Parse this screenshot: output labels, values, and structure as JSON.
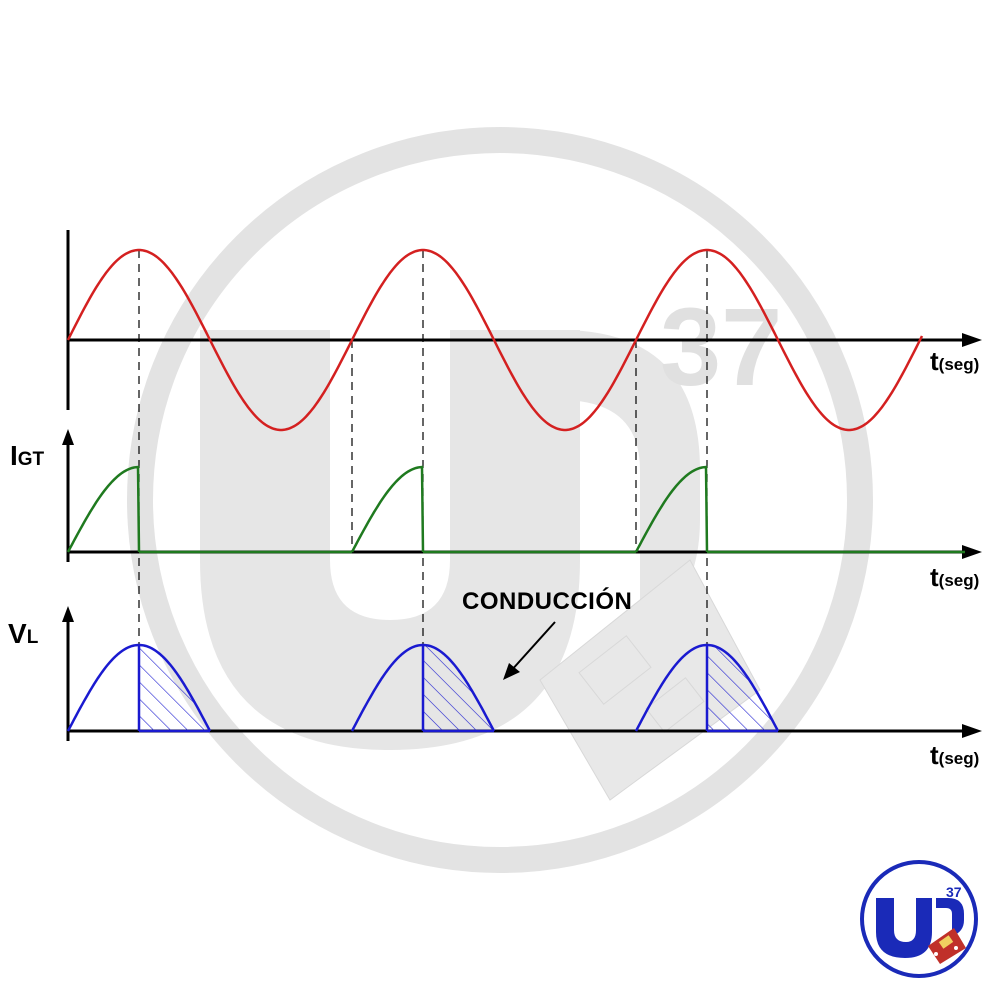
{
  "panels": [
    {
      "id": "source",
      "y_label_main": "",
      "y_label_sub": "",
      "x_label_main": "t",
      "x_label_unit": "(seg)",
      "color": "#d42020"
    },
    {
      "id": "gate_current",
      "y_label_main": "I",
      "y_label_sub": "GT",
      "x_label_main": "t",
      "x_label_unit": "(seg)",
      "color": "#1f7a1f"
    },
    {
      "id": "load_voltage",
      "y_label_main": "V",
      "y_label_sub": "L",
      "x_label_main": "t",
      "x_label_unit": "(seg)",
      "color": "#1a1ad0"
    }
  ],
  "annotation": {
    "text": "CONDUCCIÓN"
  },
  "watermark": {
    "number": "37",
    "color": "#dcdcdc"
  },
  "logo": {
    "number": "37",
    "ring_color": "#1a2ab8",
    "board_color": "#c0302a"
  },
  "colors": {
    "axis": "#000000",
    "dashed": "#000000",
    "hatch": "#1a1ad0"
  }
}
